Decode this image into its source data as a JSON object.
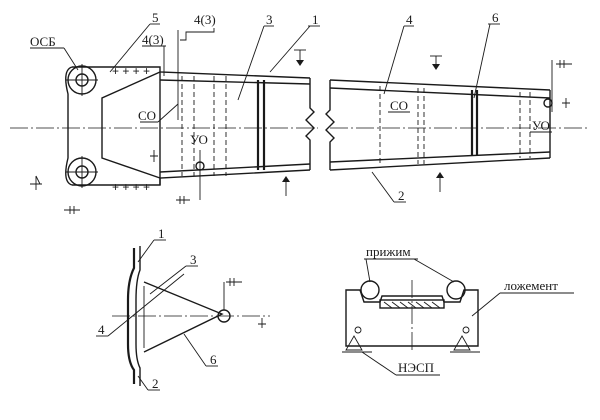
{
  "labels": {
    "osb": "ОСБ",
    "so_left": "СО",
    "so_right": "СО",
    "uo_left": "УО",
    "uo_right": "УО",
    "ref_top": "4(3)",
    "ref_mid": "4(3)",
    "prizhim": "прижим",
    "lozhement": "ложемент",
    "nesp": "НЭСП"
  },
  "callouts": {
    "n1_top": "1",
    "n2_bottom": "2",
    "n3_top": "3",
    "n4_top": "4",
    "n5_top": "5",
    "n6_top": "6",
    "s_n1": "1",
    "s_n2": "2",
    "s_n3": "3",
    "s_n4": "4",
    "s_n6": "6"
  },
  "plus_marks": [
    "+ + + +",
    "+ + + +"
  ]
}
